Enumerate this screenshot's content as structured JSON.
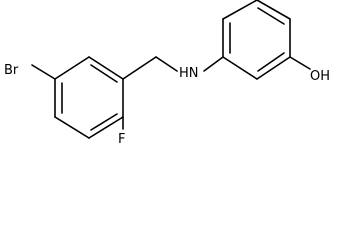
{
  "structure": {
    "atoms": {
      "bromine": "Br",
      "fluorine": "F",
      "amine": "HN",
      "hydroxyl": "OH"
    }
  }
}
